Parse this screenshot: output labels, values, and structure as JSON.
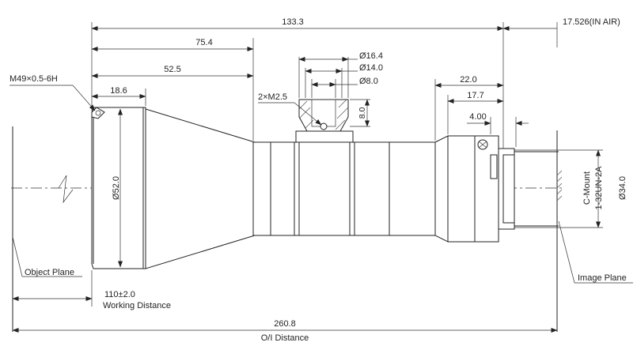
{
  "dimensions": {
    "overall_length": "133.3",
    "front_to_mount": "75.4",
    "front_section": "52.5",
    "front_barrel": "18.6",
    "flange_back": "17.526(IN AIR)",
    "rear_22": "22.0",
    "rear_17": "17.7",
    "rear_4": "4.00",
    "dia_16": "Ø16.4",
    "dia_14": "Ø14.0",
    "dia_8": "Ø8.0",
    "depth_8": "8.0",
    "dia_52": "Ø52.0",
    "dia_34": "Ø34.0",
    "working_distance": "110±2.0",
    "oi_distance": "260.8"
  },
  "labels": {
    "thread": "M49×0.5-6H",
    "screw": "2×M2.5",
    "object_plane": "Object Plane",
    "image_plane": "Image Plane",
    "working_distance": "Working Distance",
    "oi_distance": "O/I Distance",
    "mount_line1": "C-Mount",
    "mount_line2": "1-32UN-2A"
  }
}
